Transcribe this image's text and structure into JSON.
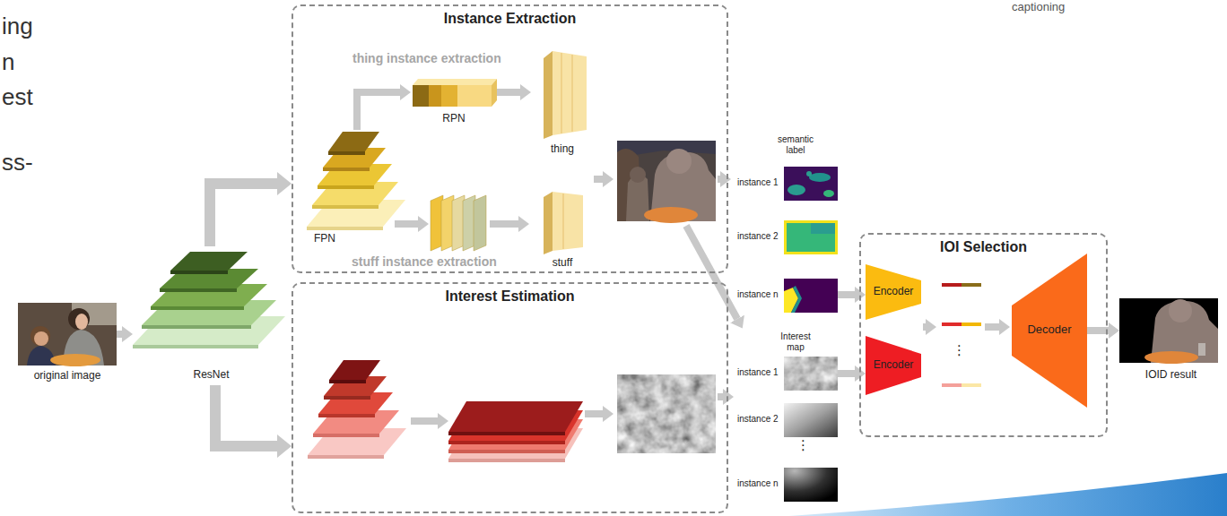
{
  "diagram": {
    "nodes": [
      {
        "text": [
          "Instance Extraction"
        ]
      },
      {
        "text": [
          "RPN"
        ],
        "in": 0
      },
      {
        "text": [
          "thing"
        ],
        "in": 0
      },
      {
        "text": [
          "FPN"
        ],
        "in": 0
      },
      {
        "text": [
          "stuff"
        ],
        "in": 0
      },
      {
        "text": [
          "original image"
        ]
      },
      {
        "text": [
          "ResNet"
        ]
      },
      {
        "text": [
          "Interest Estimation"
        ]
      },
      {
        "text": [
          "instance 1"
        ]
      },
      {
        "text": [
          "instance 2"
        ]
      },
      {
        "text": [
          "instance n"
        ]
      },
      {
        "text": [
          "instance 1"
        ]
      },
      {
        "text": [
          "instance 2"
        ]
      },
      {
        "text": [
          "instance n"
        ]
      },
      {
        "text": [
          "IOI Selection"
        ]
      },
      {
        "text": [
          "Encoder"
        ],
        "in": 14
      },
      {
        "text": [
          "Encoder"
        ],
        "in": 14
      },
      {
        "text": [
          "Decoder"
        ],
        "in": 14
      },
      {
        "text": [
          "IOID result"
        ]
      }
    ],
    "edges": [
      {
        "from": 5,
        "to": 6,
        "arrow": "to"
      },
      {
        "from": 6,
        "to": 0,
        "arrow": "to"
      },
      {
        "from": 6,
        "to": 7,
        "arrow": "to"
      },
      {
        "from": 3,
        "to": 1,
        "arrow": "to"
      },
      {
        "from": 1,
        "to": 2,
        "arrow": "to"
      },
      {
        "from": 10,
        "to": 15,
        "arrow": "to"
      },
      {
        "from": 11,
        "to": 16,
        "arrow": "to"
      },
      {
        "from": 17,
        "to": 18,
        "arrow": "to"
      }
    ],
    "labels": [
      "ing",
      "n",
      "est",
      "ss-",
      "captioning",
      "thing instance extraction",
      "stuff instance extraction",
      "semantic label",
      "Interest map",
      "⋮",
      "⋮"
    ]
  }
}
